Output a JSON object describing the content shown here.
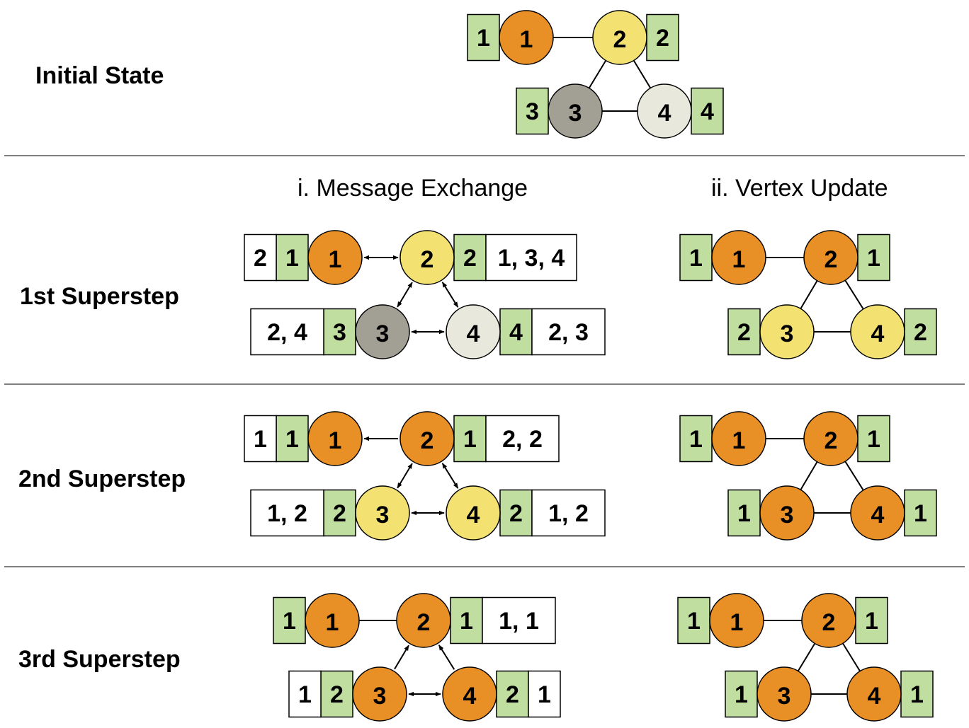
{
  "colors": {
    "orange": "#e88f25",
    "yellow": "#f3e272",
    "gray": "#a29f94",
    "light": "#e8e8dc",
    "green": "#c0dea0",
    "white": "#ffffff"
  },
  "column_headers": {
    "message_exchange": "i. Message Exchange",
    "vertex_update": "ii. Vertex Update"
  },
  "rows": [
    {
      "label": "Initial State",
      "panels": [
        {
          "kind": "graph",
          "nodes": [
            {
              "id": "1",
              "color": "orange",
              "value": "1"
            },
            {
              "id": "2",
              "color": "yellow",
              "value": "2"
            },
            {
              "id": "3",
              "color": "gray",
              "value": "3"
            },
            {
              "id": "4",
              "color": "light",
              "value": "4"
            }
          ],
          "edges": [
            [
              "1",
              "2"
            ],
            [
              "2",
              "3"
            ],
            [
              "2",
              "4"
            ],
            [
              "3",
              "4"
            ]
          ]
        }
      ]
    },
    {
      "label": "1st Superstep",
      "panels": [
        {
          "kind": "exchange",
          "nodes": [
            {
              "id": "1",
              "color": "orange",
              "value": "1",
              "messages": "2"
            },
            {
              "id": "2",
              "color": "yellow",
              "value": "2",
              "messages": "1, 3, 4"
            },
            {
              "id": "3",
              "color": "gray",
              "value": "3",
              "messages": "2, 4"
            },
            {
              "id": "4",
              "color": "light",
              "value": "4",
              "messages": "2, 3"
            }
          ],
          "edges": [
            [
              "1",
              "2",
              "both"
            ],
            [
              "2",
              "3",
              "both"
            ],
            [
              "2",
              "4",
              "both"
            ],
            [
              "3",
              "4",
              "both"
            ]
          ]
        },
        {
          "kind": "graph",
          "nodes": [
            {
              "id": "1",
              "color": "orange",
              "value": "1"
            },
            {
              "id": "2",
              "color": "orange",
              "value": "1"
            },
            {
              "id": "3",
              "color": "yellow",
              "value": "2"
            },
            {
              "id": "4",
              "color": "yellow",
              "value": "2"
            }
          ],
          "edges": [
            [
              "1",
              "2"
            ],
            [
              "2",
              "3"
            ],
            [
              "2",
              "4"
            ],
            [
              "3",
              "4"
            ]
          ]
        }
      ]
    },
    {
      "label": "2nd Superstep",
      "panels": [
        {
          "kind": "exchange",
          "nodes": [
            {
              "id": "1",
              "color": "orange",
              "value": "1",
              "messages": "1"
            },
            {
              "id": "2",
              "color": "orange",
              "value": "1",
              "messages": "2, 2"
            },
            {
              "id": "3",
              "color": "yellow",
              "value": "2",
              "messages": "1, 2"
            },
            {
              "id": "4",
              "color": "yellow",
              "value": "2",
              "messages": "1, 2"
            }
          ],
          "edges": [
            [
              "2",
              "1",
              "forward"
            ],
            [
              "2",
              "3",
              "both"
            ],
            [
              "2",
              "4",
              "both"
            ],
            [
              "3",
              "4",
              "both"
            ]
          ]
        },
        {
          "kind": "graph",
          "nodes": [
            {
              "id": "1",
              "color": "orange",
              "value": "1"
            },
            {
              "id": "2",
              "color": "orange",
              "value": "1"
            },
            {
              "id": "3",
              "color": "orange",
              "value": "1"
            },
            {
              "id": "4",
              "color": "orange",
              "value": "1"
            }
          ],
          "edges": [
            [
              "1",
              "2"
            ],
            [
              "2",
              "3"
            ],
            [
              "2",
              "4"
            ],
            [
              "3",
              "4"
            ]
          ]
        }
      ]
    },
    {
      "label": "3rd Superstep",
      "panels": [
        {
          "kind": "exchange",
          "nodes": [
            {
              "id": "1",
              "color": "orange",
              "value": "1",
              "messages": ""
            },
            {
              "id": "2",
              "color": "orange",
              "value": "1",
              "messages": "1, 1"
            },
            {
              "id": "3",
              "color": "orange",
              "value": "2",
              "messages": "1"
            },
            {
              "id": "4",
              "color": "orange",
              "value": "2",
              "messages": "1"
            }
          ],
          "edges": [
            [
              "1",
              "2",
              "none"
            ],
            [
              "3",
              "2",
              "forward"
            ],
            [
              "4",
              "2",
              "forward"
            ],
            [
              "3",
              "4",
              "both"
            ]
          ]
        },
        {
          "kind": "graph",
          "nodes": [
            {
              "id": "1",
              "color": "orange",
              "value": "1"
            },
            {
              "id": "2",
              "color": "orange",
              "value": "1"
            },
            {
              "id": "3",
              "color": "orange",
              "value": "1"
            },
            {
              "id": "4",
              "color": "orange",
              "value": "1"
            }
          ],
          "edges": [
            [
              "1",
              "2"
            ],
            [
              "2",
              "3"
            ],
            [
              "2",
              "4"
            ],
            [
              "3",
              "4"
            ]
          ]
        }
      ]
    }
  ]
}
